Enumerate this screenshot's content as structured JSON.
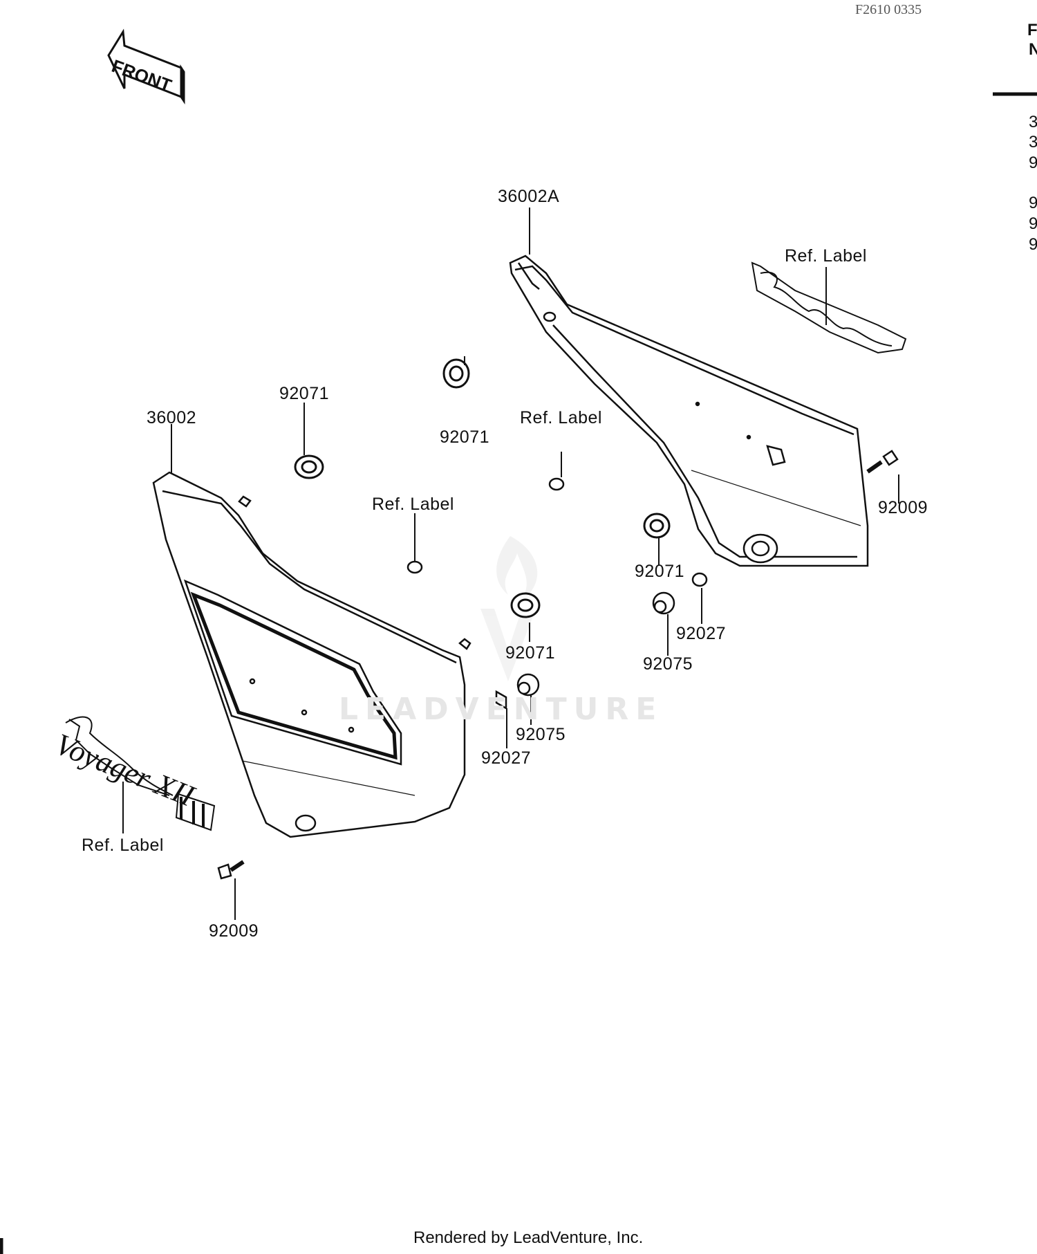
{
  "diagram": {
    "ref_code": "F2610 0335",
    "front_arrow_label": "FRONT",
    "part_labels": [
      {
        "id": "36002A",
        "text": "36002A"
      },
      {
        "id": "ref-label-emblem-right",
        "text": "Ref. Label"
      },
      {
        "id": "92071-a",
        "text": "92071"
      },
      {
        "id": "92071-b",
        "text": "92071"
      },
      {
        "id": "36002",
        "text": "36002"
      },
      {
        "id": "ref-label-center",
        "text": "Ref. Label"
      },
      {
        "id": "ref-label-left",
        "text": "Ref. Label"
      },
      {
        "id": "92009-right",
        "text": "92009"
      },
      {
        "id": "92071-c",
        "text": "92071"
      },
      {
        "id": "92027-right",
        "text": "92027"
      },
      {
        "id": "92075-right",
        "text": "92075"
      },
      {
        "id": "92071-d",
        "text": "92071"
      },
      {
        "id": "92075-left",
        "text": "92075"
      },
      {
        "id": "92027-left",
        "text": "92027"
      },
      {
        "id": "ref-label-voyager",
        "text": "Ref. Label"
      },
      {
        "id": "92009-left",
        "text": "92009"
      }
    ],
    "right_edge_fragments": [
      "F",
      "N",
      "3",
      "3",
      "9",
      "9",
      "9",
      "9"
    ],
    "emblem_text_left": "Voyager XII",
    "watermark": "LEADVENTURE"
  },
  "footer": {
    "credit": "Rendered by LeadVenture, Inc."
  }
}
